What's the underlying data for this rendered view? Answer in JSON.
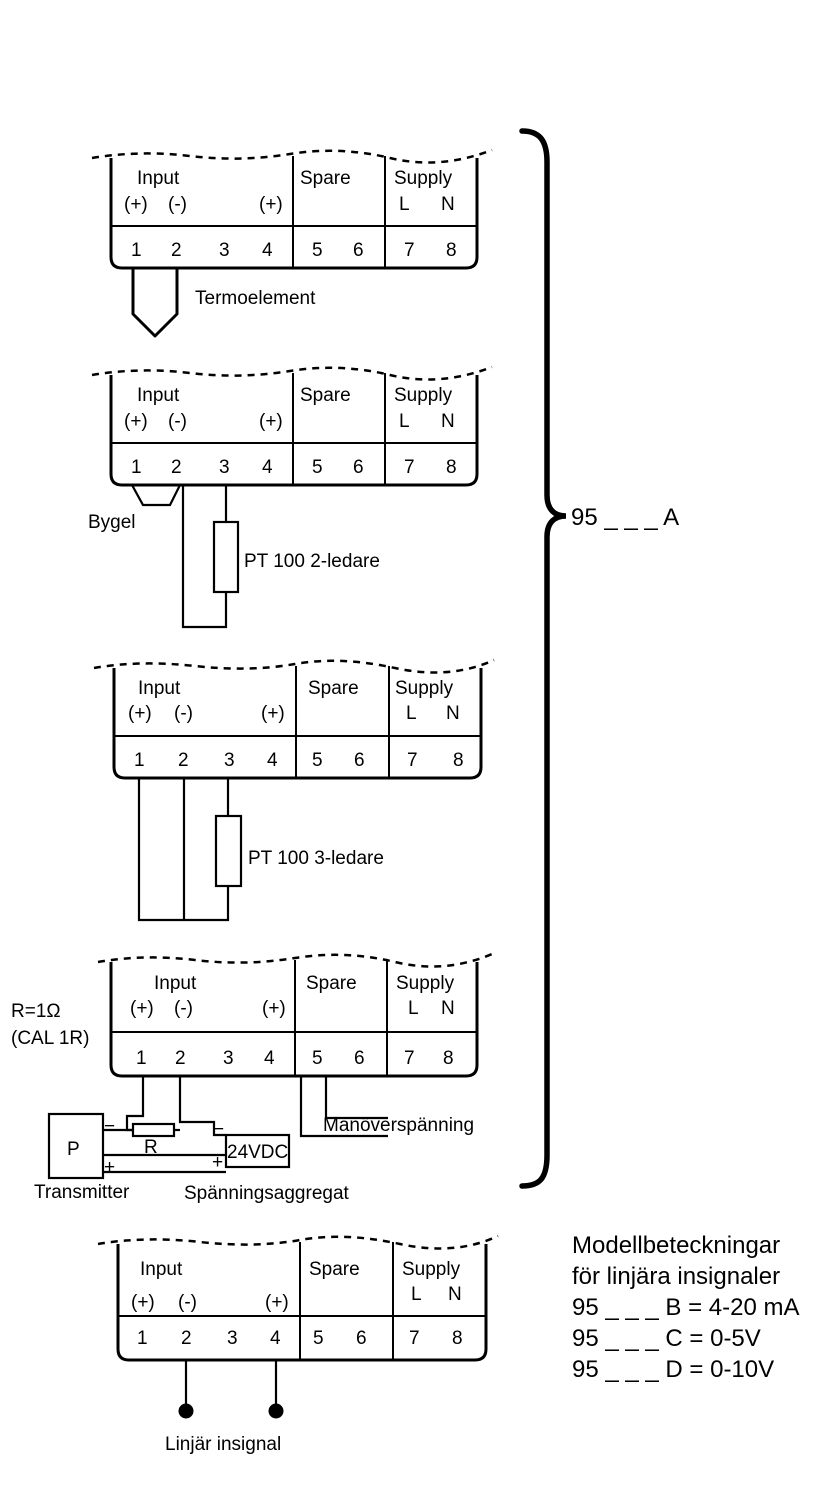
{
  "block": {
    "input_label": "Input",
    "spare_label": "Spare",
    "supply_label": "Supply",
    "pol_plus": "(+)",
    "pol_minus": "(-)",
    "supply_l": "L",
    "supply_n": "N",
    "terminals": [
      "1",
      "2",
      "3",
      "4",
      "5",
      "6",
      "7",
      "8"
    ]
  },
  "blocks": [
    {
      "id": "termoelement",
      "sensor_label": "Termoelement"
    },
    {
      "id": "pt100-2",
      "jumper_label": "Bygel",
      "sensor_label": "PT 100 2-ledare"
    },
    {
      "id": "pt100-3",
      "sensor_label": "PT 100 3-ledare"
    },
    {
      "id": "transmitter",
      "resistor_note_1": "R=1Ω",
      "resistor_note_2": "(CAL 1R)",
      "p_label": "P",
      "r_label": "R",
      "supply_box": "24VDC",
      "transmitter_label": "Transmitter",
      "supply_unit_label": "Spänningsaggregat",
      "control_voltage_label": "Manöverspänning",
      "minus": "−",
      "plus": "+"
    },
    {
      "id": "linear",
      "sensor_label": "Linjär insignal"
    }
  ],
  "brace_label": "95 _ _ _ A",
  "models": {
    "lines": [
      "Modellbeteckningar",
      "för linjära insignaler",
      "95 _ _ _ B = 4-20 mA",
      "95 _ _ _ C = 0-5V",
      "95 _ _ _ D = 0-10V"
    ]
  }
}
